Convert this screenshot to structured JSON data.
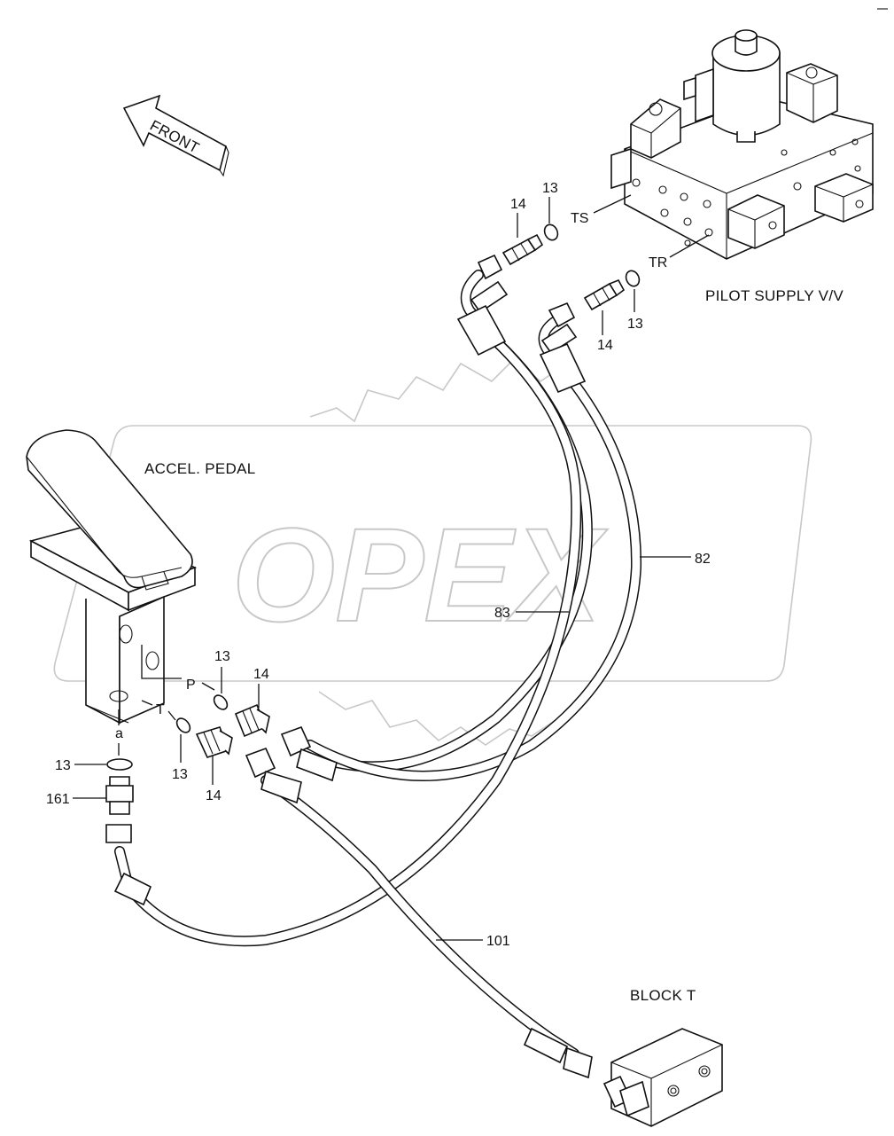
{
  "diagram": {
    "front_label": "FRONT",
    "components": {
      "pilot_supply_valve": "PILOT SUPPLY V/V",
      "accel_pedal": "ACCEL. PEDAL",
      "block_t": "BLOCK T"
    },
    "ports": {
      "ts": "TS",
      "tr": "TR",
      "p": "P",
      "t": "T",
      "a": "a"
    },
    "part_numbers": {
      "fitting_ts": "14",
      "oring_ts": "13",
      "fitting_tr": "14",
      "oring_tr": "13",
      "oring_p": "13",
      "fitting_p": "14",
      "oring_t": "13",
      "fitting_t": "14",
      "oring_a": "13",
      "fitting_a": "161",
      "hose_82": "82",
      "hose_83": "83",
      "hose_101": "101"
    },
    "watermark": "OPEX"
  }
}
